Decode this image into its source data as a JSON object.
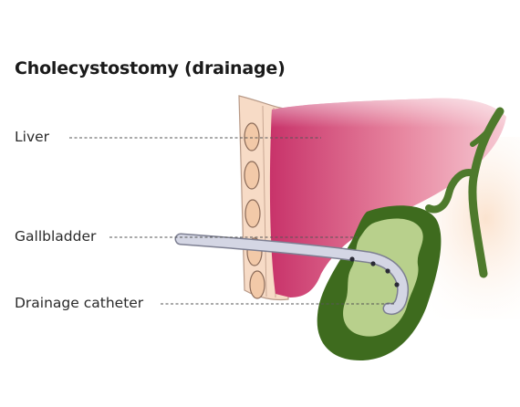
{
  "title": "Cholecystostomy (drainage)",
  "labels": {
    "liver": "Liver",
    "gallbladder": "Gallbladder",
    "drainage_catheter": "Drainage catheter"
  },
  "colors": {
    "liver_dark": "#c8336a",
    "liver_light": "#f6c9d3",
    "gallbladder_wall": "#3e6b1e",
    "bile_light": "#b8d08c",
    "duct": "#4e7a2c",
    "rib_fill": "#f2c9a8",
    "rib_stroke": "#8a6a58",
    "catheter": "#d4d6e4",
    "leader_line": "#555555"
  }
}
